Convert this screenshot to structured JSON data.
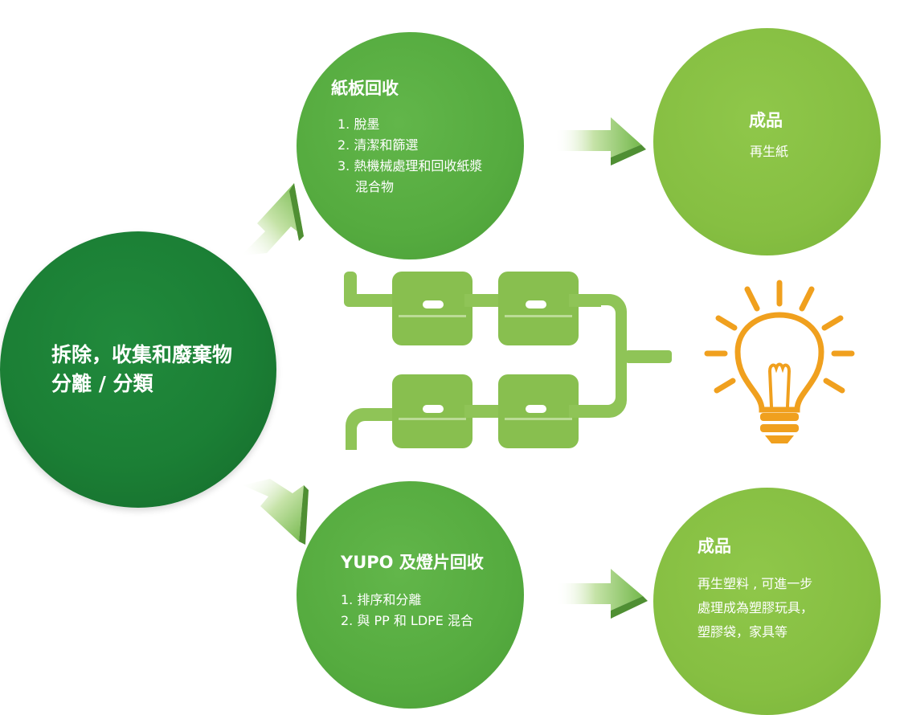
{
  "main": {
    "line1": "拆除，收集和廢棄物",
    "line2": "分離 / 分類"
  },
  "paper": {
    "title": "紙板回收",
    "steps": [
      "1. 脫墨",
      "2. 清潔和篩選",
      "3. 熱機械處理和回收紙漿"
    ],
    "step3_cont": "混合物"
  },
  "yupo": {
    "title": "YUPO 及燈片回收",
    "steps": [
      "1. 排序和分離",
      "2. 與 PP 和 LDPE 混合"
    ]
  },
  "product_top": {
    "title": "成品",
    "text": "再生紙"
  },
  "product_bottom": {
    "title": "成品",
    "lines": [
      "再生塑料 , 可進一步",
      "處理成為塑膠玩具，",
      "塑膠袋，家具等"
    ]
  },
  "colors": {
    "dark_green": "#1b7f35",
    "mid_green": "#55ab3f",
    "light_green": "#86bf42",
    "pipe_green": "#8fc457",
    "bulb_orange": "#f0a01e"
  },
  "icons": [
    "arrow-icon",
    "pipe-system-icon",
    "lightbulb-icon"
  ]
}
